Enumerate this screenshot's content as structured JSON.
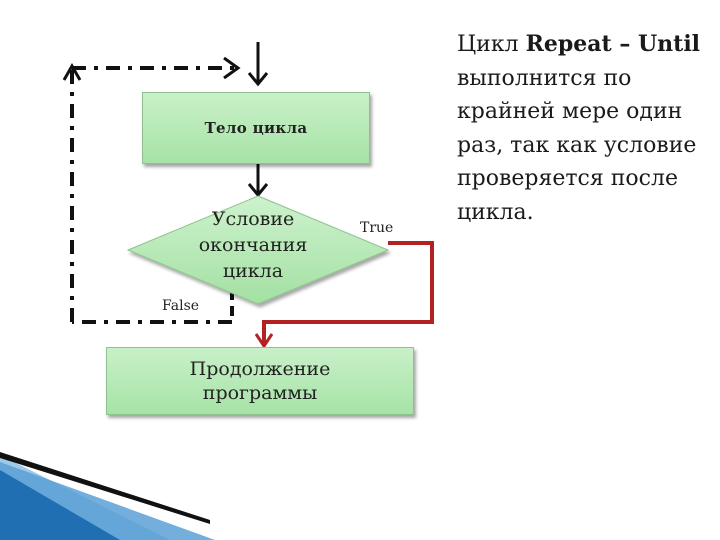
{
  "flowchart": {
    "loop_body": "Тело цикла",
    "condition_lines": [
      "Условие",
      "окончания",
      "цикла"
    ],
    "true_label": "True",
    "false_label": "False",
    "continuation_lines": [
      "Продолжение",
      "программы"
    ]
  },
  "note": {
    "prefix": "Цикл ",
    "keyword": "Repeat – Until",
    "text": " выполнится по крайней мере один раз, так как условие проверяется после цикла."
  },
  "colors": {
    "box_fill": "#b6e8b6",
    "true_path": "#b22222",
    "loop_line": "#111111",
    "accent_stripe": "#1f6fb2"
  }
}
